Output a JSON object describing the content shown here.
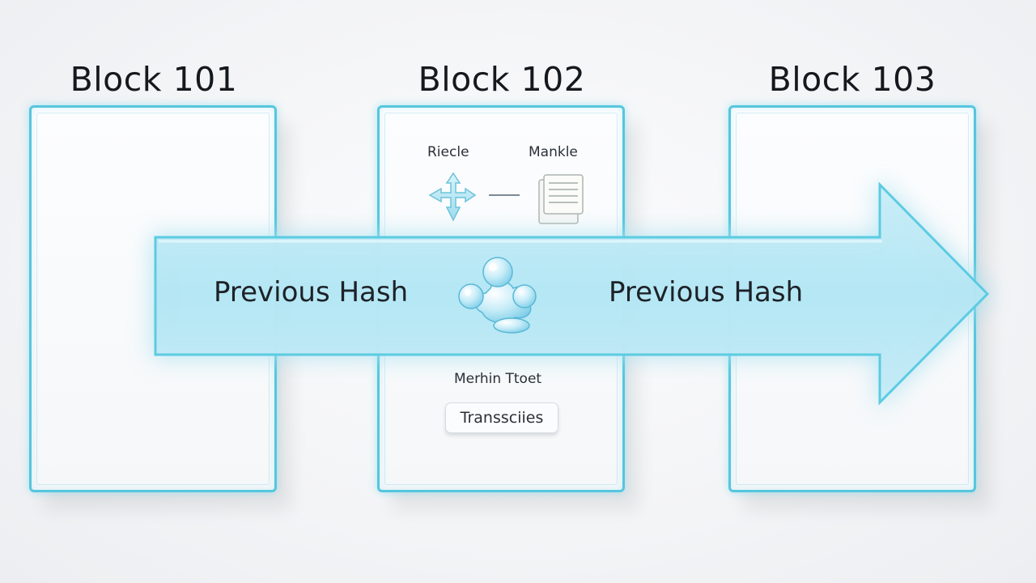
{
  "blocks": [
    {
      "title": "Block 101"
    },
    {
      "title": "Block 102"
    },
    {
      "title": "Block 103"
    }
  ],
  "block_102": {
    "label_left": "Riecle",
    "label_right": "Mankle",
    "merkle_label": "Merhin Ttoet",
    "transactions_label": "Transsciies"
  },
  "arrow": {
    "label_left": "Previous Hash",
    "label_right": "Previous Hash"
  },
  "colors": {
    "accent": "#56c6dd",
    "arrow_fill": "#bfe9f5",
    "glow": "#7fdcf2"
  },
  "icons": [
    "tree-node-icon",
    "document-icon",
    "hash-cluster-icon"
  ]
}
